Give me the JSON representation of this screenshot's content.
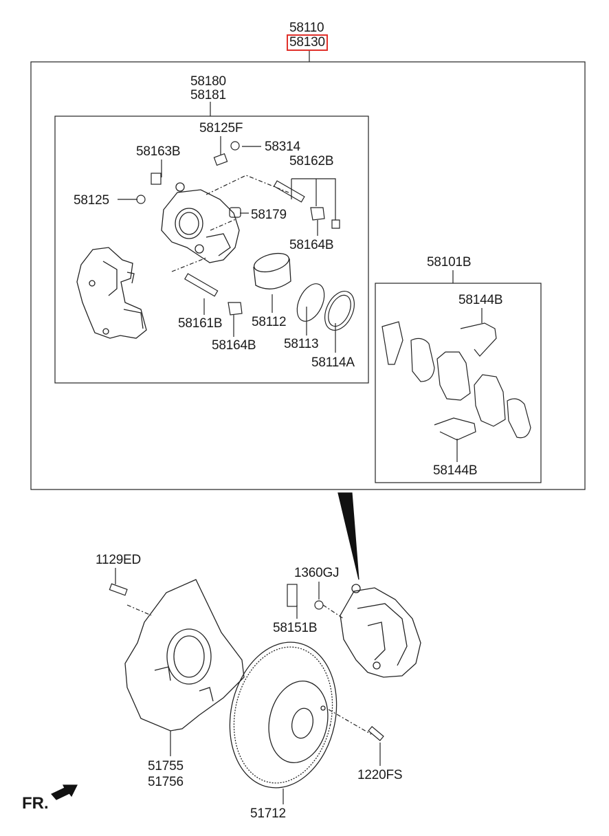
{
  "labels": {
    "p58110": "58110",
    "p58130": "58130",
    "p58180": "58180",
    "p58181": "58181",
    "p58125F": "58125F",
    "p58163B": "58163B",
    "p58314": "58314",
    "p58162B": "58162B",
    "p58125": "58125",
    "p58179": "58179",
    "p58164B_a": "58164B",
    "p58161B": "58161B",
    "p58112": "58112",
    "p58164B_b": "58164B",
    "p58113": "58113",
    "p58114A": "58114A",
    "p58101B": "58101B",
    "p58144B_a": "58144B",
    "p58144B_b": "58144B",
    "p1129ED": "1129ED",
    "p1360GJ": "1360GJ",
    "p58151B": "58151B",
    "p51755": "51755",
    "p51756": "51756",
    "p1220FS": "1220FS",
    "p51712": "51712",
    "fr": "FR."
  },
  "highlight_color": "#e0302a"
}
